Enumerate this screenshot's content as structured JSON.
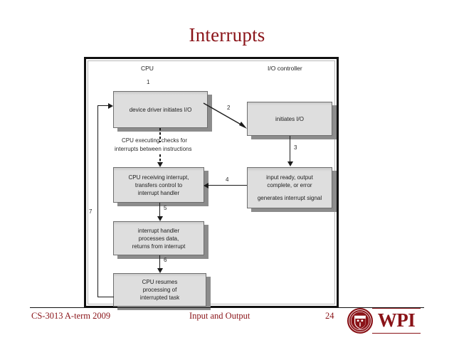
{
  "slide": {
    "title": "Interrupts",
    "page_number": "24"
  },
  "footer": {
    "course": "CS-3013 A-term 2009",
    "topic": "Input and Output",
    "logo_text": "WPI"
  },
  "figure": {
    "column_headers": {
      "cpu": "CPU",
      "io_controller": "I/O controller"
    },
    "nodes": [
      {
        "id": "device-driver",
        "text": [
          "device driver initiates I/O"
        ]
      },
      {
        "id": "initiates-io",
        "text": [
          "initiates I/O"
        ]
      },
      {
        "id": "cpu-receiving-interrupt",
        "text": [
          "CPU receiving interrupt,",
          "transfers control to",
          "interrupt handler"
        ]
      },
      {
        "id": "input-ready",
        "text": [
          "input ready, output",
          "complete, or error",
          "generates interrupt signal"
        ]
      },
      {
        "id": "interrupt-handler",
        "text": [
          "interrupt handler",
          "processes data,",
          "returns from interrupt"
        ]
      },
      {
        "id": "cpu-resumes",
        "text": [
          "CPU resumes",
          "processing of",
          "interrupted task"
        ]
      }
    ],
    "annotations": {
      "dashed_note": [
        "CPU executing checks for",
        "interrupts between instructions"
      ]
    },
    "step_labels": {
      "s1": "1",
      "s2": "2",
      "s3": "3",
      "s4": "4",
      "s5": "5",
      "s6": "6",
      "s7": "7"
    }
  },
  "colors": {
    "accent": "#8a1318",
    "node_fill": "#dedede",
    "node_border": "#6e6e6e",
    "connector": "#1a1a1a"
  }
}
